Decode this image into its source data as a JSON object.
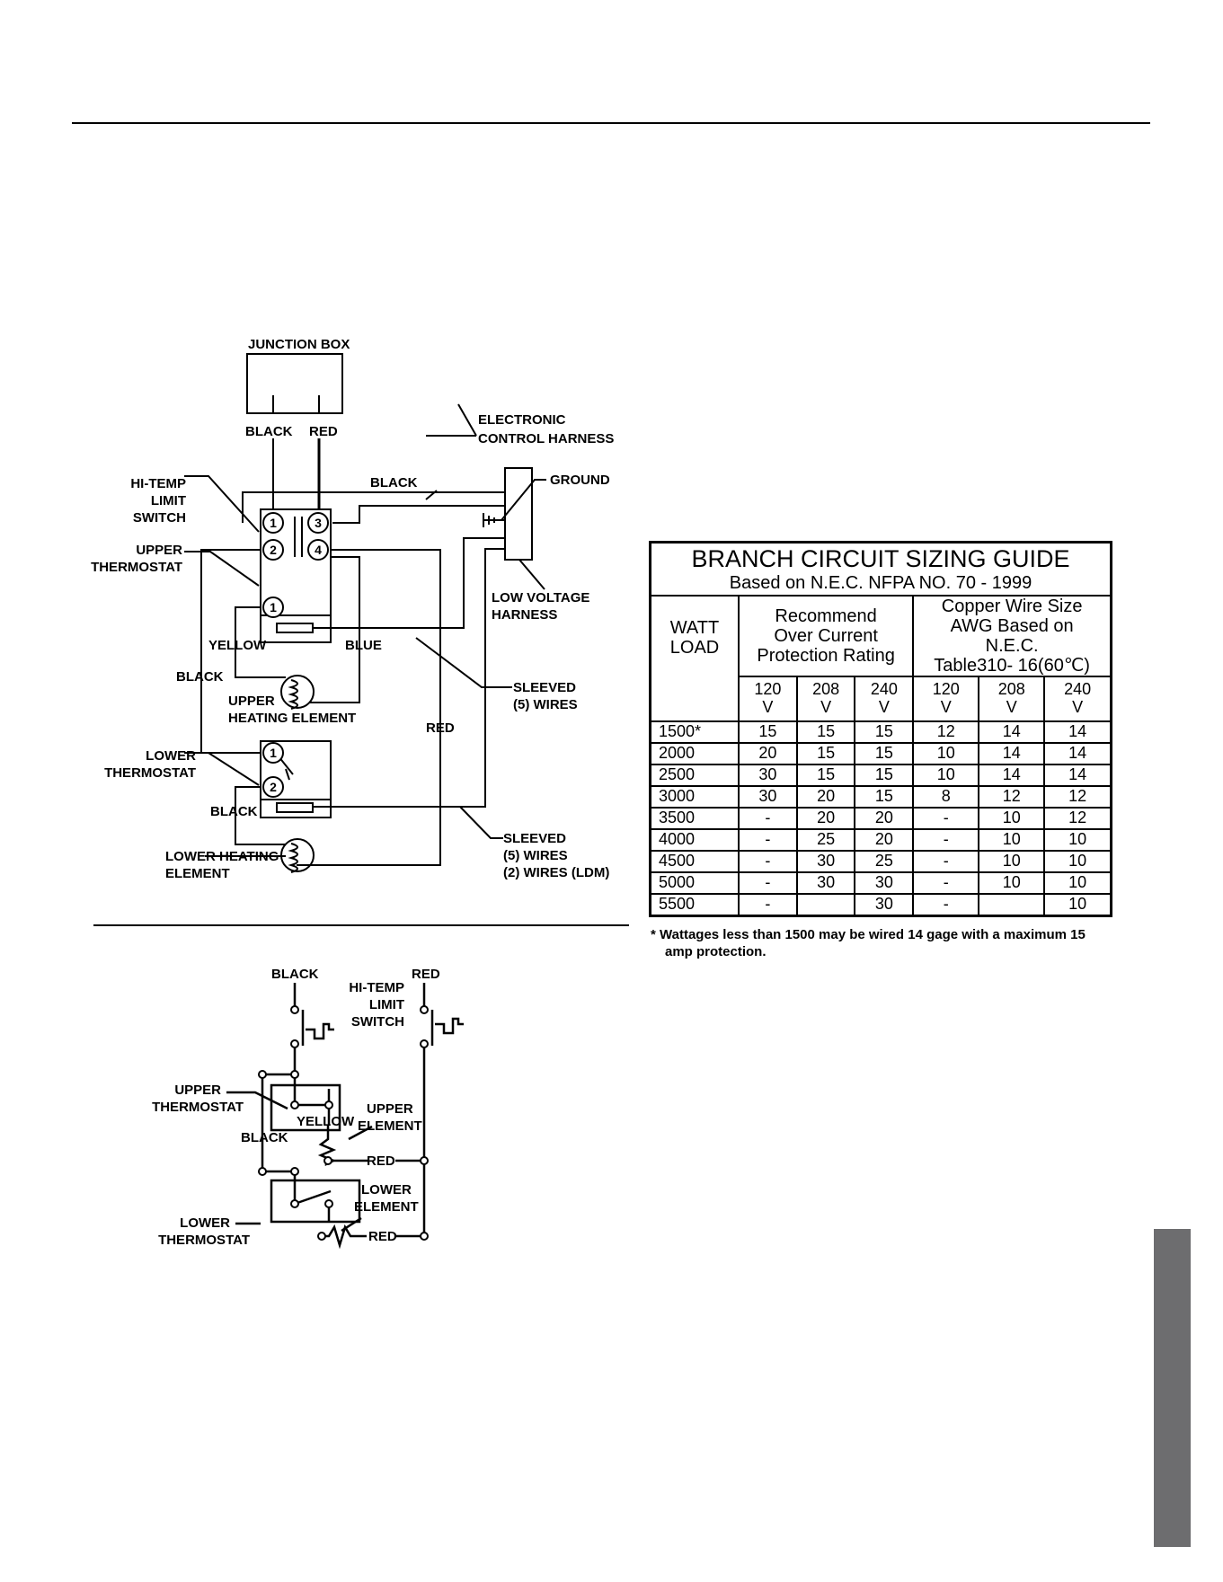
{
  "wiring_diagram": {
    "junction_box": "JUNCTION BOX",
    "black": "BLACK",
    "red": "RED",
    "electronic_control_harness_1": "ELECTRONIC",
    "electronic_control_harness_2": "CONTROL HARNESS",
    "ground": "GROUND",
    "hi_temp_1": "HI-TEMP",
    "hi_temp_2": "LIMIT",
    "hi_temp_3": "SWITCH",
    "upper_thermostat_1": "UPPER",
    "upper_thermostat_2": "THERMOSTAT",
    "low_voltage_1": "LOW VOLTAGE",
    "low_voltage_2": "HARNESS",
    "yellow": "YELLOW",
    "blue": "BLUE",
    "sleeved_1a": "SLEEVED",
    "sleeved_1b": "(5) WIRES",
    "upper_heating_1": "UPPER",
    "upper_heating_2": "HEATING ELEMENT",
    "lower_thermostat_1": "LOWER",
    "lower_thermostat_2": "THERMOSTAT",
    "sleeved_2a": "SLEEVED",
    "sleeved_2b": "(5) WIRES",
    "sleeved_2c": "(2) WIRES (LDM)",
    "lower_heating_1": "LOWER HEATING",
    "lower_heating_2": "ELEMENT",
    "terminals": [
      "1",
      "2",
      "3",
      "4",
      "1",
      "1",
      "2"
    ]
  },
  "schematic": {
    "black": "BLACK",
    "red": "RED",
    "hi_temp_1": "HI-TEMP",
    "hi_temp_2": "LIMIT",
    "hi_temp_3": "SWITCH",
    "upper_thermostat_1": "UPPER",
    "upper_thermostat_2": "THERMOSTAT",
    "yellow": "YELLOW",
    "upper_element_1": "UPPER",
    "upper_element_2": "ELEMENT",
    "black2": "BLACK",
    "red2": "RED",
    "lower_element_1": "LOWER",
    "lower_element_2": "ELEMENT",
    "lower_thermostat_1": "LOWER",
    "lower_thermostat_2": "THERMOSTAT",
    "red3": "RED"
  },
  "table": {
    "title": "BRANCH CIRCUIT SIZING GUIDE",
    "subtitle": "Based on N.E.C. NFPA NO. 70 - 1999",
    "col_watt_1": "WATT",
    "col_watt_2": "LOAD",
    "col_ocp_1": "Recommend",
    "col_ocp_2": "Over Current",
    "col_ocp_3": "Protection Rating",
    "col_wire_1": "Copper Wire Size",
    "col_wire_2": "AWG Based on",
    "col_wire_3": "N.E.C.",
    "col_wire_4": "Table310- 16(60℃)",
    "volts": [
      "120",
      "208",
      "240",
      "120",
      "208",
      "240"
    ],
    "unit": "V",
    "rows": [
      [
        "1500*",
        "15",
        "15",
        "15",
        "12",
        "14",
        "14"
      ],
      [
        "2000",
        "20",
        "15",
        "15",
        "10",
        "14",
        "14"
      ],
      [
        "2500",
        "30",
        "15",
        "15",
        "10",
        "14",
        "14"
      ],
      [
        "3000",
        "30",
        "20",
        "15",
        "8",
        "12",
        "12"
      ],
      [
        "3500",
        "-",
        "20",
        "20",
        "-",
        "10",
        "12"
      ],
      [
        "4000",
        "-",
        "25",
        "20",
        "-",
        "10",
        "10"
      ],
      [
        "4500",
        "-",
        "30",
        "25",
        "-",
        "10",
        "10"
      ],
      [
        "5000",
        "-",
        "30",
        "30",
        "-",
        "10",
        "10"
      ],
      [
        "5500",
        "-",
        "",
        "30",
        "-",
        "",
        "10"
      ]
    ],
    "footnote": "*  Wattages less than 1500 may be wired 14 gage with a maximum 15 amp protection."
  }
}
